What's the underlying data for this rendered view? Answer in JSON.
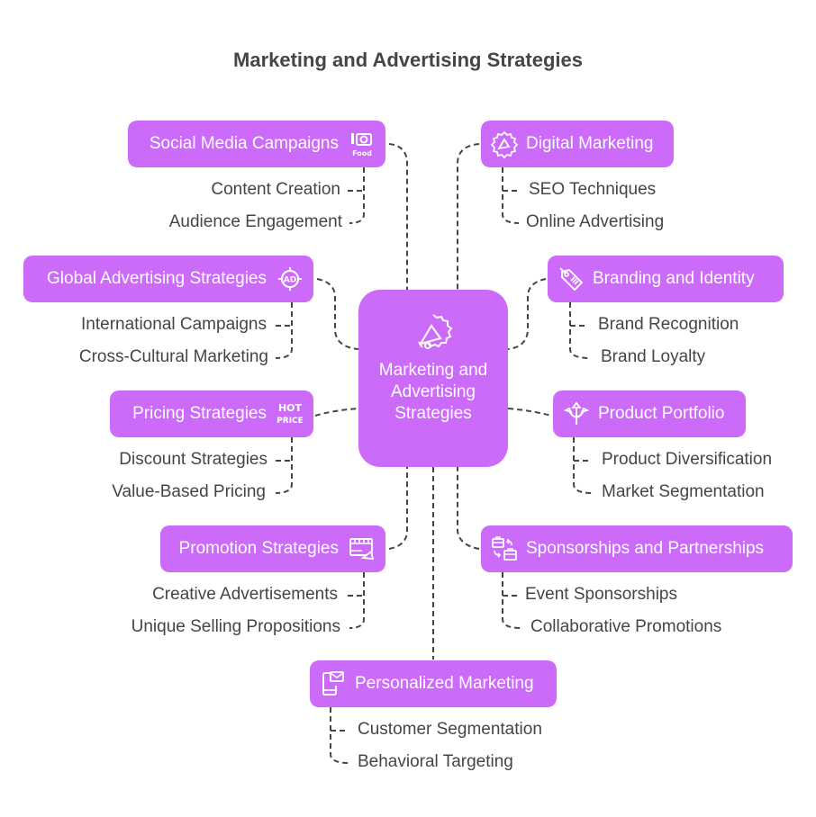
{
  "title": "Marketing and Advertising Strategies",
  "center": {
    "label": "Marketing and Advertising Strategies",
    "icon": "megaphone-badge-icon"
  },
  "branches": [
    {
      "id": "social-media-campaigns",
      "label": "Social Media Campaigns",
      "icon": "camera-food-icon",
      "side": "left",
      "children": [
        "Content Creation",
        "Audience Engagement"
      ]
    },
    {
      "id": "digital-marketing",
      "label": "Digital Marketing",
      "icon": "megaphone-gear-icon",
      "side": "right",
      "children": [
        "SEO Techniques",
        "Online Advertising"
      ]
    },
    {
      "id": "global-advertising-strategies",
      "label": "Global Advertising Strategies",
      "icon": "ad-target-icon",
      "side": "left",
      "children": [
        "International Campaigns",
        "Cross-Cultural Marketing"
      ]
    },
    {
      "id": "branding-and-identity",
      "label": "Branding and Identity",
      "icon": "tag-icon",
      "side": "right",
      "children": [
        "Brand Recognition",
        "Brand Loyalty"
      ]
    },
    {
      "id": "pricing-strategies",
      "label": "Pricing Strategies",
      "icon": "hot-price-icon",
      "side": "left",
      "children": [
        "Discount Strategies",
        "Value-Based Pricing"
      ]
    },
    {
      "id": "product-portfolio",
      "label": "Product Portfolio",
      "icon": "split-arrows-icon",
      "side": "right",
      "children": [
        "Product Diversification",
        "Market Segmentation"
      ]
    },
    {
      "id": "promotion-strategies",
      "label": "Promotion Strategies",
      "icon": "film-megaphone-icon",
      "side": "left",
      "children": [
        "Creative Advertisements",
        "Unique Selling Propositions"
      ]
    },
    {
      "id": "sponsorships-and-partnerships",
      "label": "Sponsorships and Partnerships",
      "icon": "briefcase-exchange-icon",
      "side": "right",
      "children": [
        "Event Sponsorships",
        "Collaborative Promotions"
      ]
    },
    {
      "id": "personalized-marketing",
      "label": "Personalized Marketing",
      "icon": "phone-mail-icon",
      "side": "right",
      "children": [
        "Customer Segmentation",
        "Behavioral Targeting"
      ]
    }
  ],
  "colors": {
    "node": "#cc6afa",
    "text": "#454545",
    "connector": "#454545",
    "node_text": "#ffffff"
  }
}
